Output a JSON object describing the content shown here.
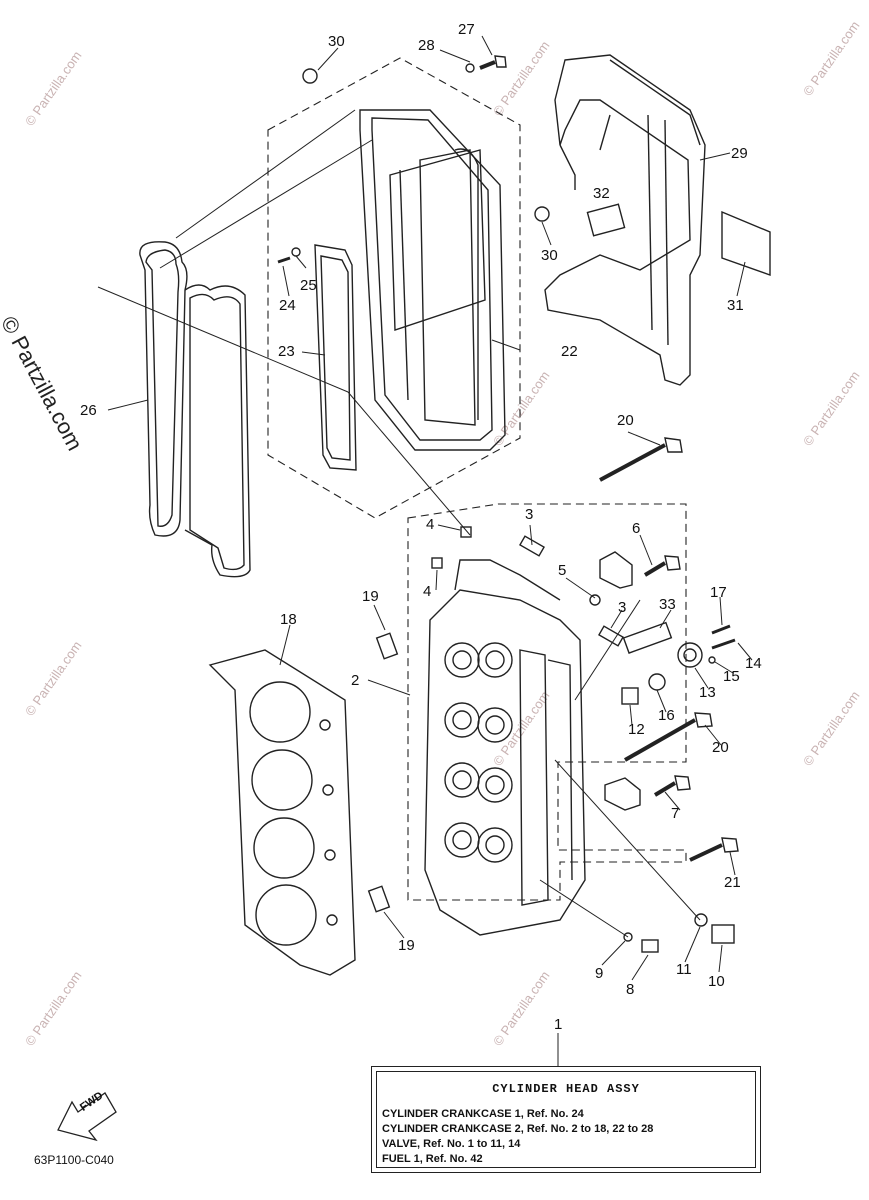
{
  "watermark": {
    "brand": "© Partzilla.com",
    "small": "© Partzilla.com"
  },
  "callouts": [
    "30",
    "28",
    "27",
    "29",
    "32",
    "30",
    "24",
    "25",
    "31",
    "23",
    "22",
    "26",
    "20",
    "4",
    "3",
    "6",
    "4",
    "5",
    "19",
    "3",
    "33",
    "17",
    "18",
    "2",
    "14",
    "15",
    "13",
    "12",
    "16",
    "20",
    "7",
    "21",
    "19",
    "9",
    "11",
    "8",
    "10",
    "1"
  ],
  "legend": {
    "title": "CYLINDER HEAD ASSY",
    "lines": [
      "CYLINDER CRANKCASE 1, Ref. No. 24",
      "CYLINDER CRANKCASE 2, Ref. No. 2 to 18, 22 to 28",
      "VALVE,  Ref. No. 1 to 11, 14",
      "FUEL 1, Ref. No. 42"
    ]
  },
  "fwd_label": "FWD",
  "diagram_code": "63P1100-C040",
  "colors": {
    "line": "#222222",
    "watermark": "#c9b3b3"
  }
}
